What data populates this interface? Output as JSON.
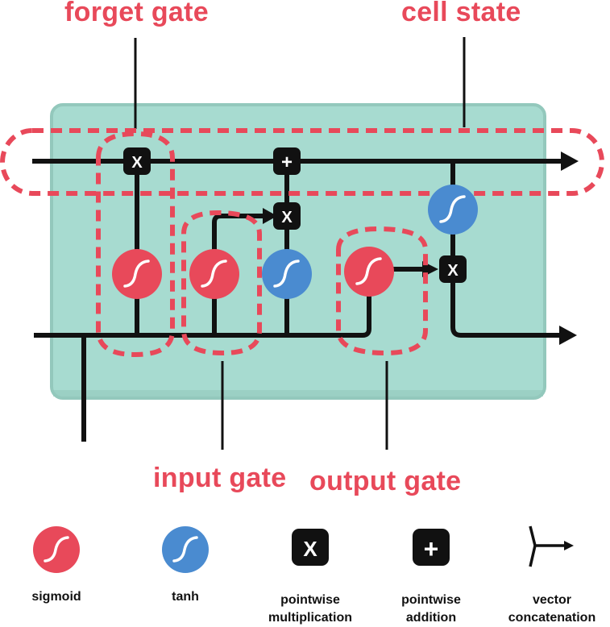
{
  "title": "LSTM cell diagram",
  "colors": {
    "cell_background": "#a7dbd0",
    "cell_border": "#8cc4b8",
    "highlight_dash": "#e8495a",
    "sigmoid": "#e8495a",
    "tanh": "#4a8bd0",
    "operator": "#111111",
    "label_text": "#e8495a",
    "legend_text": "#111111"
  },
  "annotations": {
    "forget_gate": "forget gate",
    "cell_state": "cell state",
    "input_gate": "input gate",
    "output_gate": "output gate"
  },
  "nodes": {
    "forget_sigmoid": {
      "type": "sigmoid",
      "icon": "sigmoid-curve-icon"
    },
    "input_sigmoid": {
      "type": "sigmoid",
      "icon": "sigmoid-curve-icon"
    },
    "input_tanh": {
      "type": "tanh",
      "icon": "tanh-curve-icon"
    },
    "output_sigmoid": {
      "type": "sigmoid",
      "icon": "sigmoid-curve-icon"
    },
    "cell_tanh": {
      "type": "tanh",
      "icon": "tanh-curve-icon"
    },
    "forget_multiply": {
      "type": "pointwise multiplication",
      "symbol": "X"
    },
    "cell_add": {
      "type": "pointwise addition",
      "symbol": "+"
    },
    "input_multiply": {
      "type": "pointwise multiplication",
      "symbol": "X"
    },
    "output_multiply": {
      "type": "pointwise multiplication",
      "symbol": "X"
    }
  },
  "legend": [
    {
      "key": "sigmoid",
      "label": "sigmoid",
      "icon": "sigmoid-icon"
    },
    {
      "key": "tanh",
      "label": "tanh",
      "icon": "tanh-icon"
    },
    {
      "key": "multiply",
      "label_line1": "pointwise",
      "label_line2": "multiplication",
      "symbol": "X"
    },
    {
      "key": "add",
      "label_line1": "pointwise",
      "label_line2": "addition",
      "symbol": "+"
    },
    {
      "key": "concat",
      "label_line1": "vector",
      "label_line2": "concatenation",
      "icon": "vector-concatenation-icon"
    }
  ]
}
